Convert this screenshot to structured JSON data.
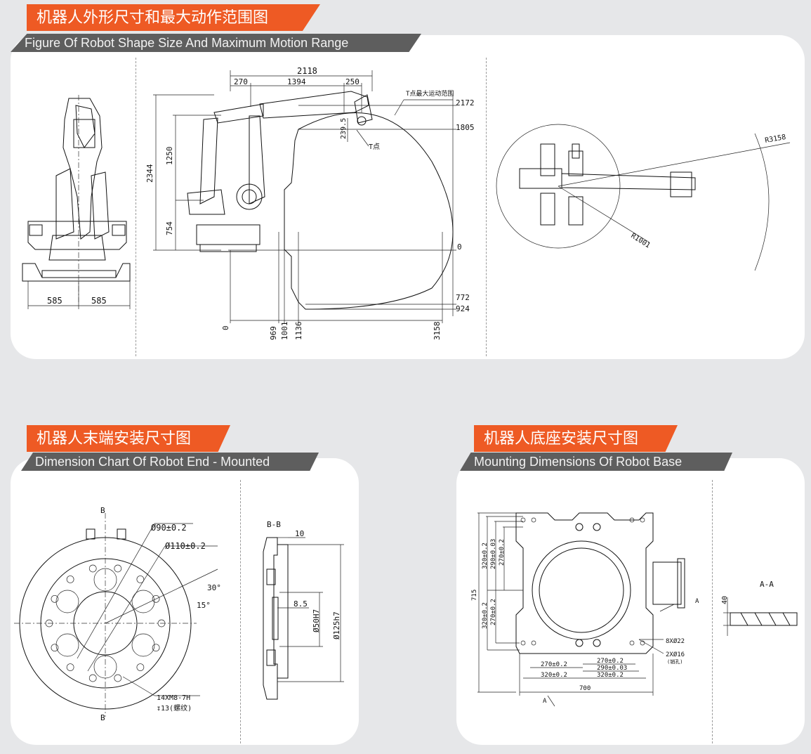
{
  "sections": {
    "shape": {
      "title_cn": "机器人外形尺寸和最大动作范围图",
      "title_en": "Figure Of Robot Shape Size And Maximum Motion Range"
    },
    "end": {
      "title_cn": "机器人末端安装尺寸图",
      "title_en": "Dimension Chart Of Robot End - Mounted"
    },
    "base": {
      "title_cn": "机器人底座安装尺寸图",
      "title_en": "Mounting Dimensions Of Robot Base"
    }
  },
  "front_view": {
    "dim_left": "585",
    "dim_right": "585"
  },
  "side_view": {
    "top_total": "2118",
    "top_a": "270",
    "top_b": "1394",
    "top_c": "250",
    "h_total": "2344",
    "h_upper": "1250",
    "h_lower": "754",
    "t_offset": "239.5",
    "t_point": "T点",
    "t_range": "T点最大运动范围",
    "r_2172": "2172",
    "r_1805": "1805",
    "r_0": "0",
    "r_772": "772",
    "r_924": "924",
    "b_0": "0",
    "b_969": "969",
    "b_1001": "1001",
    "b_1136": "1136",
    "b_3158": "3158"
  },
  "top_view": {
    "r_outer": "R3158",
    "r_inner": "R1001"
  },
  "end_view": {
    "b_top": "B",
    "b_bottom": "B",
    "d90": "Ø90±0.2",
    "d110": "Ø110±0.2",
    "a30": "30°",
    "a15": "15°",
    "holes": "14XM8-7H",
    "depth": "↧13(螺纹)",
    "section": "B-B",
    "d10": "10",
    "d85": "8.5",
    "d50": "Ø50H7",
    "d125": "Ø125h7"
  },
  "base_view": {
    "l_320": "320±0.2",
    "l_290": "290±0.03",
    "l_270": "270±0.2",
    "l_715": "715",
    "l_320b": "320±0.2",
    "l_270b": "270±0.2",
    "b_270_left": "270±0.2",
    "b_320_left": "320±0.2",
    "b_270_right": "270±0.2",
    "b_290_right": "290±0.03",
    "b_320_right": "320±0.2",
    "b_700": "700",
    "holes_8": "8XØ22",
    "holes_2": "2XØ16",
    "holes_2_note": "(销孔)",
    "section": "A-A",
    "thick": "40",
    "a_mark_1": "A",
    "a_mark_2": "A"
  }
}
